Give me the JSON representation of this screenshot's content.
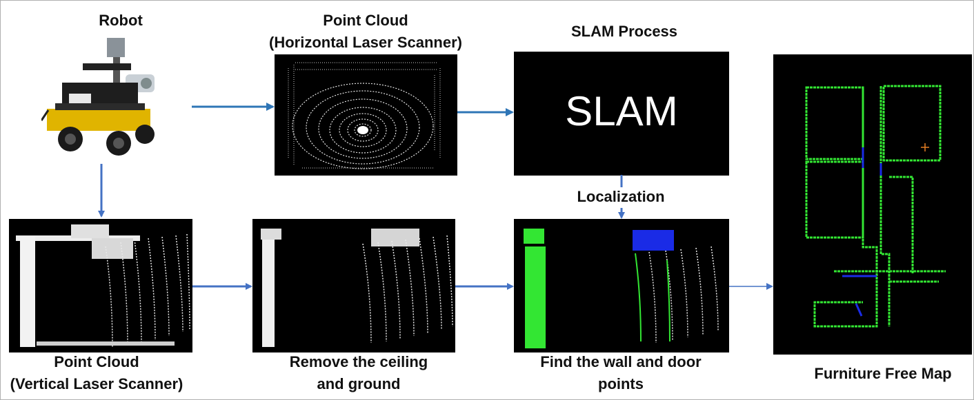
{
  "labels": {
    "robot": "Robot",
    "point_cloud_h_line1": "Point Cloud",
    "point_cloud_h_line2": "(Horizontal Laser Scanner)",
    "slam_process": "SLAM Process",
    "slam_box": "SLAM",
    "localization": "Localization",
    "point_cloud_v_line1": "Point Cloud",
    "point_cloud_v_line2": "(Vertical Laser Scanner)",
    "remove_line1": "Remove the ceiling",
    "remove_line2": "and ground",
    "find_line1": "Find the wall and door",
    "find_line2": "points",
    "furniture_map": "Furniture Free Map"
  },
  "colors": {
    "arrow": "#4472c4",
    "arrow_dark": "#2e75b6",
    "wall_points": "#33e633",
    "door_points": "#1a2be6"
  }
}
